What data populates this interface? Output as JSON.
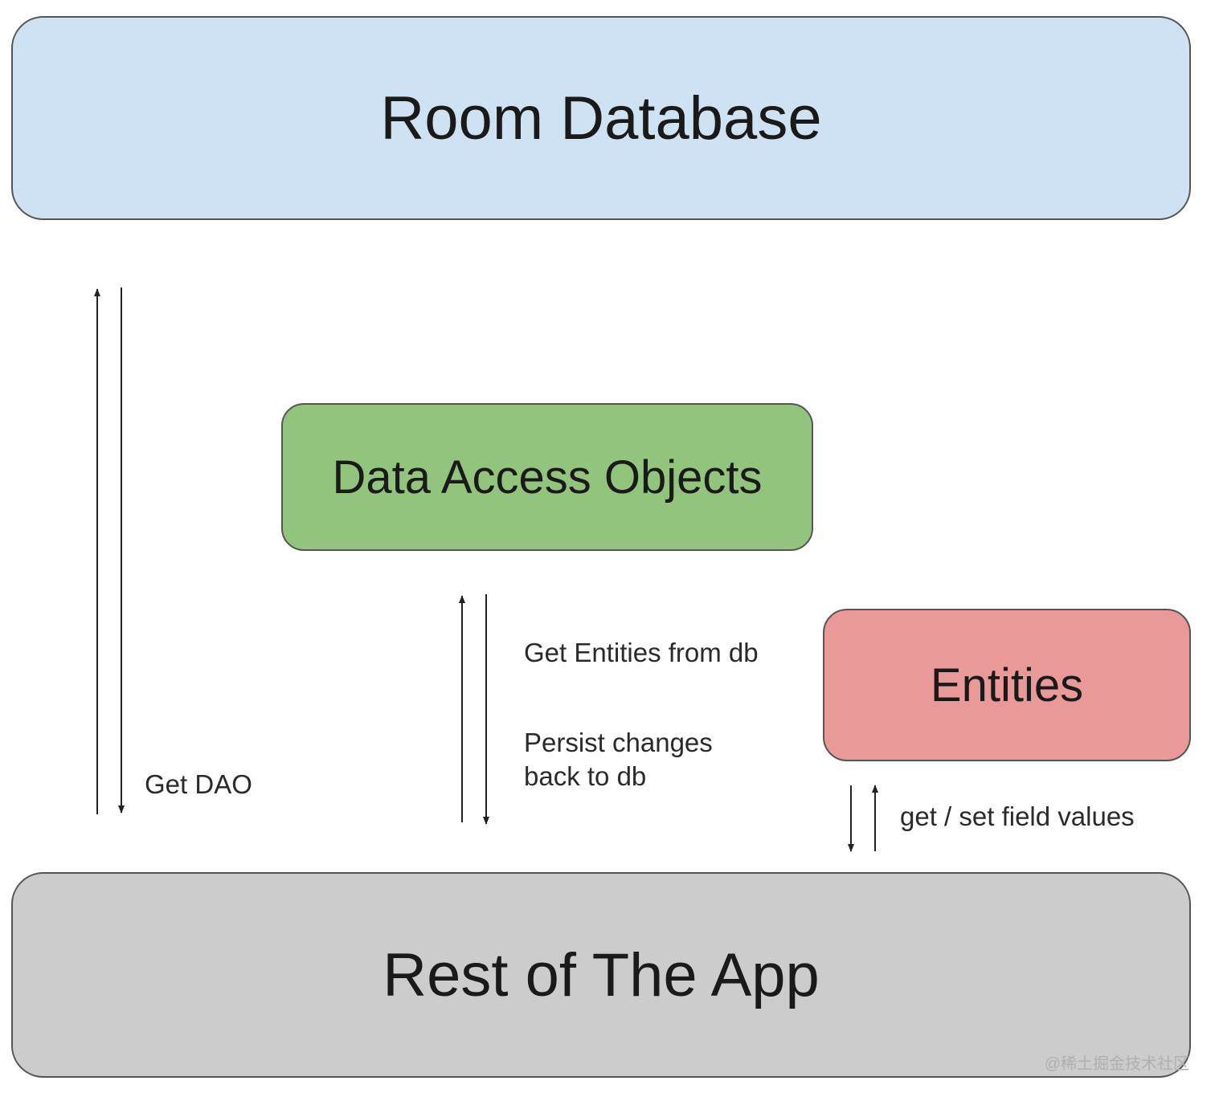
{
  "boxes": {
    "room_database": "Room Database",
    "data_access_objects": "Data Access Objects",
    "entities": "Entities",
    "rest_of_app": "Rest of The App"
  },
  "labels": {
    "get_dao": "Get DAO",
    "get_entities_from_db": "Get Entities from db",
    "persist_changes": "Persist changes\nback to db",
    "get_set_field_values": "get / set field values"
  },
  "watermark": "@稀土掘金技术社区",
  "colors": {
    "room_database": "#cfe2f3",
    "data_access_objects": "#93c47d",
    "entities": "#ea9999",
    "rest_of_app": "#cccccc"
  }
}
